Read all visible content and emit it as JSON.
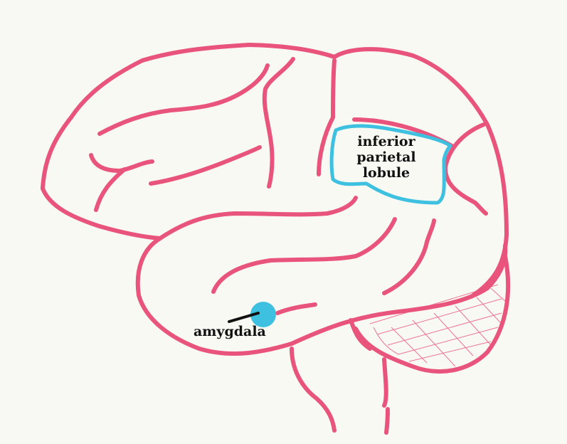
{
  "labels": {
    "region1": [
      "inferior",
      "parietal",
      "lobule"
    ],
    "region2": "amygdala"
  },
  "colors": {
    "outline": "#e8547c",
    "highlight": "#3ec1e0",
    "background": "#f9f9f3"
  }
}
